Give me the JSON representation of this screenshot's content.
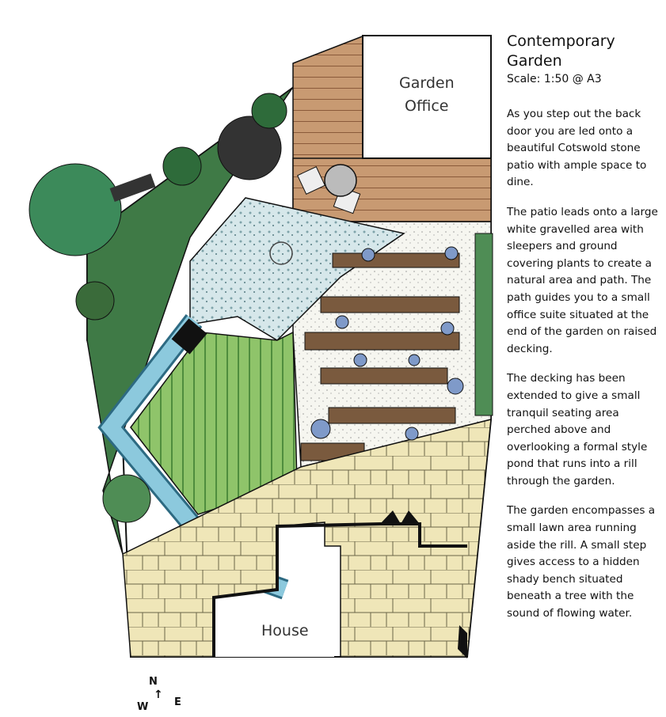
{
  "plan": {
    "garden_office_line1": "Garden",
    "garden_office_line2": "Office",
    "house_label": "House"
  },
  "panel": {
    "title_line1": "Contemporary",
    "title_line2": "Garden",
    "scale": "Scale: 1:50 @ A3",
    "paragraphs": [
      "As you step out the back door you are led onto a beautiful Cotswold stone patio with ample space to dine.",
      "The patio leads onto a large white gravelled area with sleepers and ground covering plants to create a natural area and path. The path guides you to a small office suite situated at the end of the garden on raised decking.",
      "The decking has been extended to give a small tranquil seating area perched above and overlooking a formal style pond that runs into a rill through the garden.",
      "The garden encompasses a small lawn area running aside the rill. A small step gives access to a hidden shady bench situated beneath a tree with the sound of flowing water."
    ]
  },
  "compass": {
    "north": "N",
    "west": "W",
    "east": "E"
  },
  "colors": {
    "decking": "#c89a72",
    "stone": "#efe6b8",
    "lawn": "#8fc46a",
    "water": "#8cc9dd",
    "planting": "#3f7a46",
    "gravel": "#f4f4ee"
  }
}
